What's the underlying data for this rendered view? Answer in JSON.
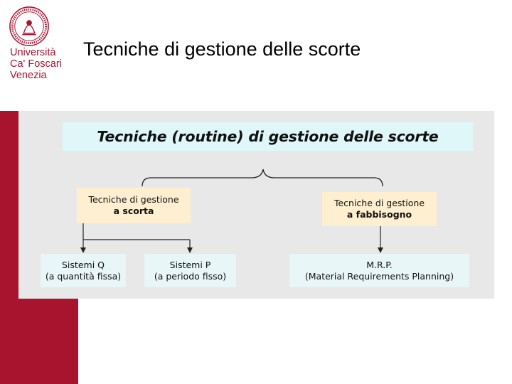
{
  "sidebar": {
    "logo_lines": [
      "Università",
      "Ca' Foscari",
      "Venezia"
    ],
    "accent_color": "#a8132e"
  },
  "slide": {
    "title": "Tecniche di gestione delle scorte"
  },
  "diagram": {
    "title": "Tecniche (routine) di gestione delle scorte",
    "category_left": {
      "line1": "Tecniche di gestione",
      "line2": "a scorta"
    },
    "category_right": {
      "line1": "Tecniche di gestione",
      "line2": "a fabbisogno"
    },
    "leaf_q": {
      "line1": "Sistemi Q",
      "line2": "(a quantità fissa)"
    },
    "leaf_p": {
      "line1": "Sistemi P",
      "line2": "(a periodo fisso)"
    },
    "leaf_mrp": {
      "line1": "M.R.P.",
      "line2": "(Material Requirements Planning)"
    }
  }
}
